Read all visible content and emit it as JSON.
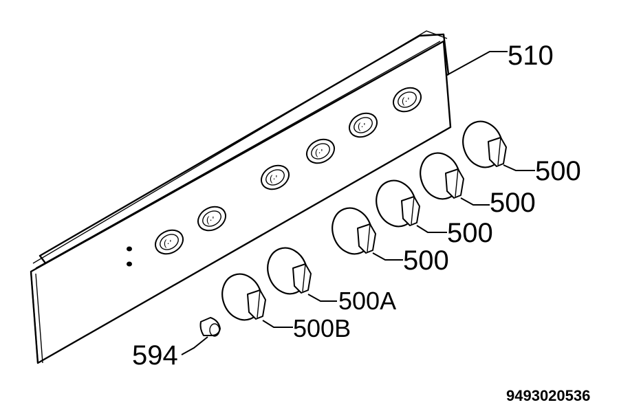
{
  "labels": {
    "panel": "510",
    "knob_1": "500",
    "knob_2": "500",
    "knob_3": "500",
    "knob_4": "500",
    "knob_a": "500A",
    "knob_b": "500B",
    "button": "594"
  },
  "document_number": "9493020536"
}
